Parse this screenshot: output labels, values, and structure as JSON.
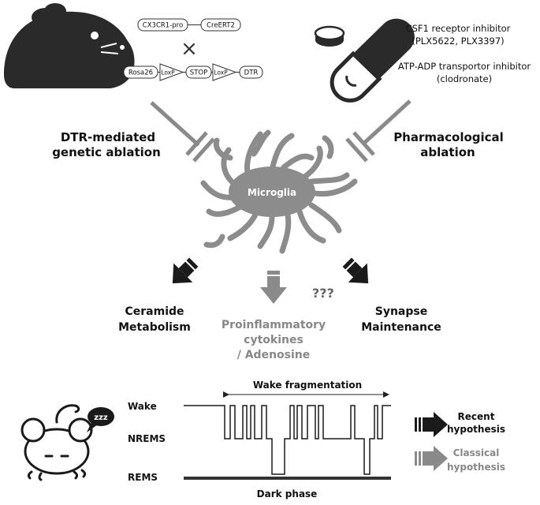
{
  "construct": {
    "row1": [
      "CX3CR1-pro",
      "CreERT2"
    ],
    "cross": "×",
    "row2": [
      "Rosa26",
      "LoxP",
      "STOP",
      "LoxP",
      "DTR"
    ]
  },
  "drugs": {
    "line1": "CSF1 receptor inhibitor",
    "line2": "(PLX5622, PLX3397)",
    "line3": "ATP-ADP transportor inhibitor",
    "line4": "(clodronate)"
  },
  "ablation": {
    "genetic_1": "DTR-mediated",
    "genetic_2": "genetic ablation",
    "pharm_1": "Pharmacological",
    "pharm_2": "ablation"
  },
  "center": "Microglia",
  "outcomes": {
    "left_1": "Ceramide",
    "left_2": "Metabolism",
    "mid_1": "Proinflammatory",
    "mid_2": "cytokines",
    "mid_3": "/ Adenosine",
    "unknown": "???",
    "right_1": "Synapse",
    "right_2": "Maintenance"
  },
  "hypnogram": {
    "wake": "Wake",
    "nrems": "NREMS",
    "rems": "REMS",
    "fragmentation": "Wake fragmentation",
    "phase": "Dark phase",
    "sleep_bubble": "zzz"
  },
  "legend": {
    "recent_1": "Recent",
    "recent_2": "hypothesis",
    "classical_1": "Classical",
    "classical_2": "hypothesis"
  },
  "colors": {
    "dark": "#1a1a1a",
    "gray": "#8a8a8a",
    "microglia": "#8c8c8c"
  }
}
